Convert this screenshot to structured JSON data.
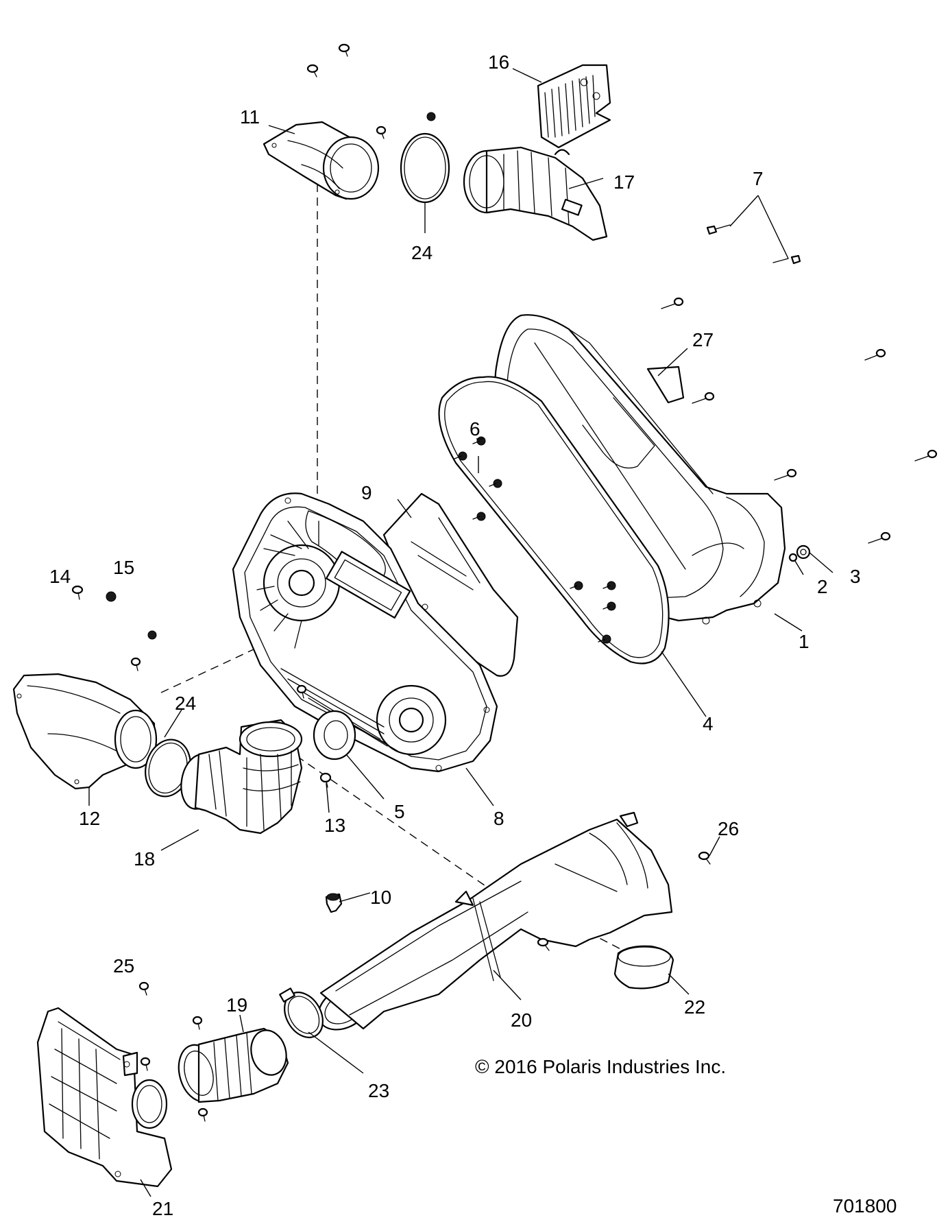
{
  "callouts": {
    "c1": "1",
    "c2": "2",
    "c3": "3",
    "c4": "4",
    "c5": "5",
    "c6": "6",
    "c7": "7",
    "c8": "8",
    "c9": "9",
    "c10": "10",
    "c11": "11",
    "c12": "12",
    "c13": "13",
    "c14": "14",
    "c15": "15",
    "c16": "16",
    "c17": "17",
    "c18": "18",
    "c19": "19",
    "c20": "20",
    "c21": "21",
    "c22": "22",
    "c23": "23",
    "c24a": "24",
    "c24b": "24",
    "c25": "25",
    "c26": "26",
    "c27": "27"
  },
  "copyright": "© 2016 Polaris Industries Inc.",
  "document_number": "701800"
}
